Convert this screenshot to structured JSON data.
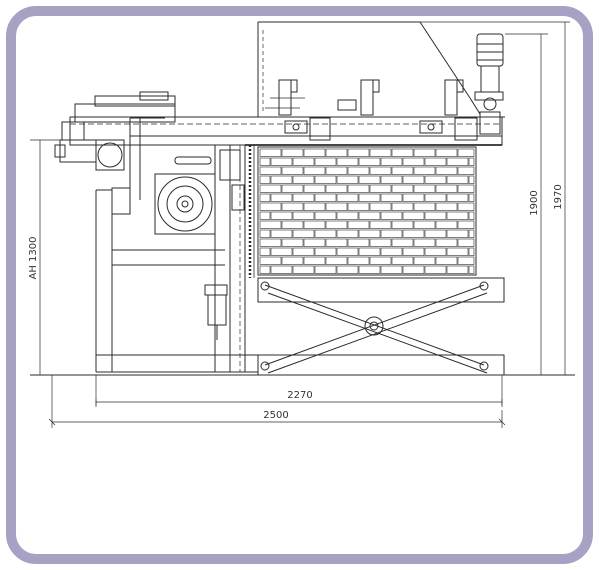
{
  "frame": {
    "border_color": "#a7a1c4",
    "background": "#ffffff"
  },
  "drawing": {
    "line_color": "#2b2b2b",
    "dimensions": {
      "width_inner": "2270",
      "width_total": "2500",
      "height_ah": "AH 1300",
      "height_1900": "1900",
      "height_1970": "1970"
    }
  }
}
